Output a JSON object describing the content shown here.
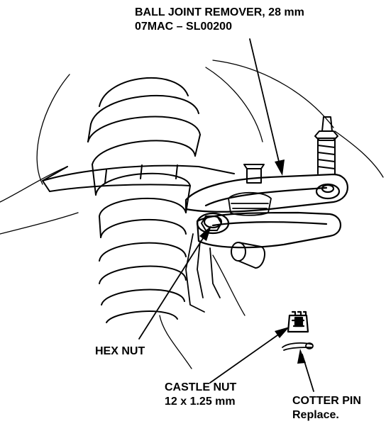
{
  "labels": {
    "ball_joint_remover": {
      "line1": "BALL JOINT REMOVER, 28 mm",
      "line2": "07MAC – SL00200"
    },
    "hex_nut": "HEX NUT",
    "castle_nut": {
      "line1": "CASTLE NUT",
      "line2": "12 x 1.25 mm"
    },
    "cotter_pin": {
      "line1": "COTTER PIN",
      "line2": "Replace."
    }
  },
  "colors": {
    "ink": "#000000",
    "paper": "#ffffff"
  }
}
